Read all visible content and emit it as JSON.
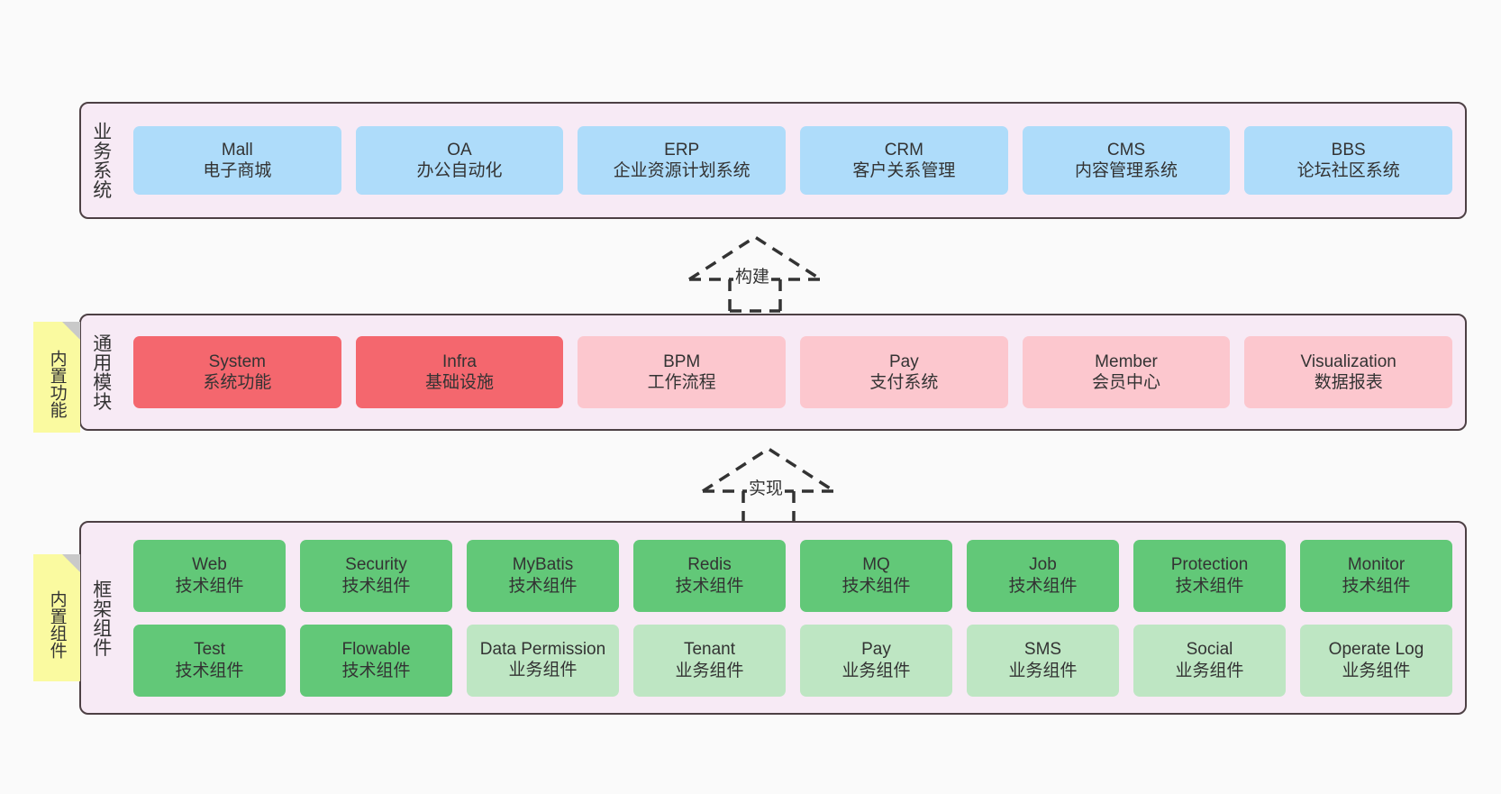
{
  "diagram": {
    "title": "Architecture layers",
    "colors": {
      "band_bg": "#f7eaf5",
      "band_border": "#4d4044",
      "blue": "#aedcfa",
      "red": "#f4676e",
      "pink": "#fcc7ce",
      "green": "#62c878",
      "light_green": "#bee6c3",
      "note_yellow": "#fafaa0",
      "note_fold": "#c9c9c9",
      "page_bg": "#fafafa"
    }
  },
  "layers": {
    "business": {
      "caption": "业务系统",
      "nodes": [
        {
          "title": "Mall",
          "sub": "电子商城"
        },
        {
          "title": "OA",
          "sub": "办公自动化"
        },
        {
          "title": "ERP",
          "sub": "企业资源计划系统"
        },
        {
          "title": "CRM",
          "sub": "客户关系管理"
        },
        {
          "title": "CMS",
          "sub": "内容管理系统"
        },
        {
          "title": "BBS",
          "sub": "论坛社区系统"
        }
      ]
    },
    "common": {
      "caption": "通用模块",
      "note": "内置功能",
      "nodes": [
        {
          "title": "System",
          "sub": "系统功能",
          "color": "red"
        },
        {
          "title": "Infra",
          "sub": "基础设施",
          "color": "red"
        },
        {
          "title": "BPM",
          "sub": "工作流程",
          "color": "pink"
        },
        {
          "title": "Pay",
          "sub": "支付系统",
          "color": "pink"
        },
        {
          "title": "Member",
          "sub": "会员中心",
          "color": "pink"
        },
        {
          "title": "Visualization",
          "sub": "数据报表",
          "color": "pink"
        }
      ]
    },
    "framework": {
      "caption": "框架组件",
      "note": "内置组件",
      "row1": [
        {
          "title": "Web",
          "sub": "技术组件",
          "color": "green"
        },
        {
          "title": "Security",
          "sub": "技术组件",
          "color": "green"
        },
        {
          "title": "MyBatis",
          "sub": "技术组件",
          "color": "green"
        },
        {
          "title": "Redis",
          "sub": "技术组件",
          "color": "green"
        },
        {
          "title": "MQ",
          "sub": "技术组件",
          "color": "green"
        },
        {
          "title": "Job",
          "sub": "技术组件",
          "color": "green"
        },
        {
          "title": "Protection",
          "sub": "技术组件",
          "color": "green"
        },
        {
          "title": "Monitor",
          "sub": "技术组件",
          "color": "green"
        }
      ],
      "row2": [
        {
          "title": "Test",
          "sub": "技术组件",
          "color": "green"
        },
        {
          "title": "Flowable",
          "sub": "技术组件",
          "color": "green"
        },
        {
          "title": "Data Permission",
          "sub": "业务组件",
          "color": "lightgreen",
          "wrap": true
        },
        {
          "title": "Tenant",
          "sub": "业务组件",
          "color": "lightgreen"
        },
        {
          "title": "Pay",
          "sub": "业务组件",
          "color": "lightgreen"
        },
        {
          "title": "SMS",
          "sub": "业务组件",
          "color": "lightgreen"
        },
        {
          "title": "Social",
          "sub": "业务组件",
          "color": "lightgreen"
        },
        {
          "title": "Operate Log",
          "sub": "业务组件",
          "color": "lightgreen"
        }
      ]
    }
  },
  "connectors": [
    {
      "label": "构建"
    },
    {
      "label": "实现"
    }
  ]
}
